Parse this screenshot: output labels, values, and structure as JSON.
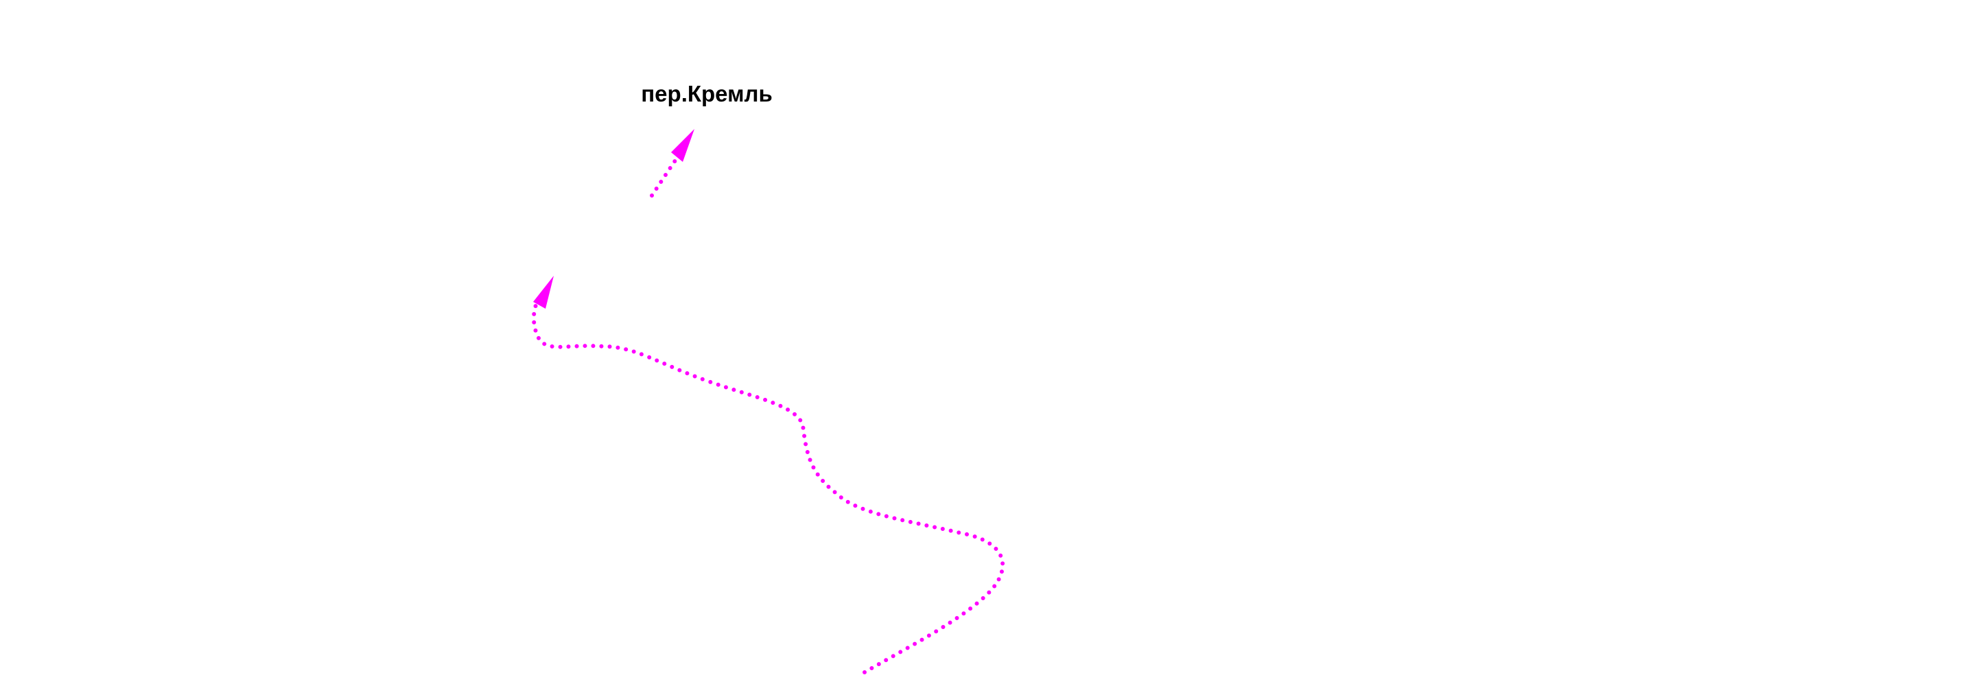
{
  "map": {
    "labels": {
      "kremlin_crossing": "пер.Кремль"
    },
    "colors": {
      "route": "#ff00ff",
      "label": "#000000",
      "background": "#ffffff"
    },
    "features": [
      {
        "type": "route",
        "style": "dotted",
        "direction": "north",
        "icon": "arrow-head-icon"
      },
      {
        "type": "route",
        "style": "dotted",
        "direction": "north",
        "icon": "arrow-head-icon"
      }
    ]
  }
}
